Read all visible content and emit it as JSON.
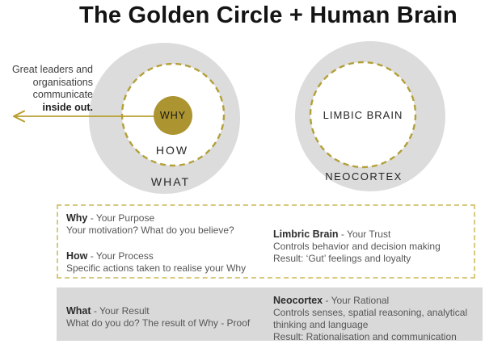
{
  "title": "The Golden Circle + Human Brain",
  "colors": {
    "gold": "#ac9430",
    "gold-dash": "#b3a038",
    "box-dash": "#d8c97e",
    "arrow-gold": "#b89e2f",
    "circle-gray": "#dcdcdc",
    "box-gray": "#d9d9d9"
  },
  "annotation": {
    "lines": [
      "Great leaders and",
      "organisations",
      "communicate"
    ],
    "emphasis": "inside out."
  },
  "golden_circle": {
    "center": "WHY",
    "middle": "HOW",
    "outer": "WHAT"
  },
  "brain_circle": {
    "inner": "LIMBIC BRAIN",
    "outer": "NEOCORTEX"
  },
  "legend": {
    "why": {
      "term": "Why",
      "role": "- Your Purpose",
      "desc": "Your motivation? What do you believe?"
    },
    "how": {
      "term": "How",
      "role": "- Your Process",
      "desc": "Specific actions taken to realise your Why"
    },
    "limbric": {
      "term": "Limbric Brain",
      "role": "- Your Trust",
      "desc": "Controls behavior and decision making",
      "result": "Result: ‘Gut’ feelings and loyalty"
    },
    "what": {
      "term": "What",
      "role": "- Your Result",
      "desc": "What do you do? The result of Why - Proof"
    },
    "neocortex": {
      "term": "Neocortex",
      "role": "- Your Rational",
      "desc": "Controls senses, spatial reasoning, analytical thinking and language",
      "result": "Result: Rationalisation and communication"
    }
  }
}
